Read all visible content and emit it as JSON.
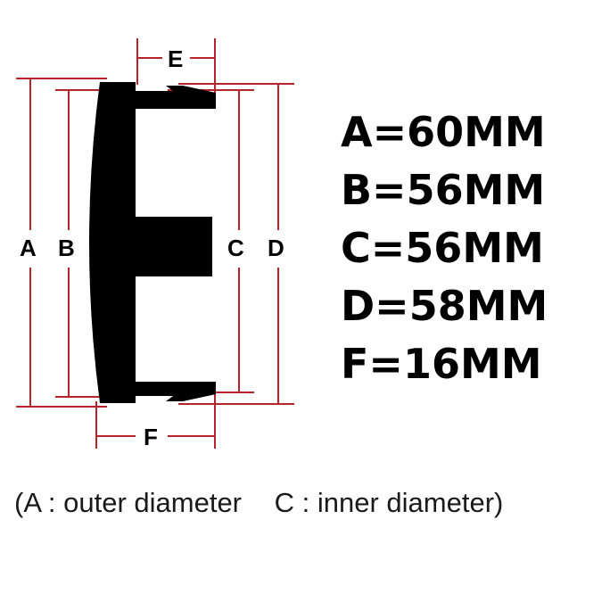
{
  "dimension_labels": {
    "a": "A",
    "b": "B",
    "c": "C",
    "d": "D",
    "e": "E",
    "f": "F"
  },
  "specs": [
    "A=60MM",
    "B=56MM",
    "C=56MM",
    "D=58MM",
    "F=16MM"
  ],
  "caption": {
    "part1": "(A : outer diameter",
    "part2": "C : inner diameter)"
  },
  "colors": {
    "dimension_line": "#b5242a",
    "part_fill": "#000000",
    "text": "#000000"
  }
}
